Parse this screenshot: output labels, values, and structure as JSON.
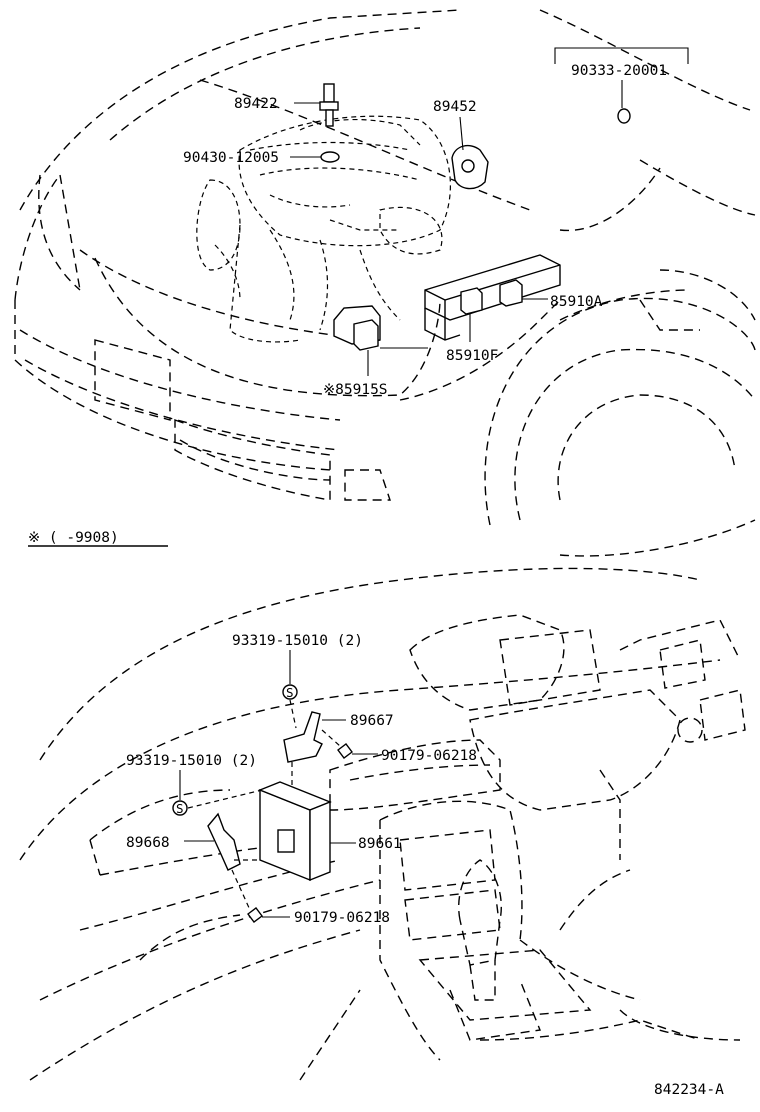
{
  "labels": {
    "p89422": "89422",
    "p90430": "90430-12005",
    "p89452": "89452",
    "p90333": "90333-20001",
    "p85910a": "85910A",
    "p85910f": "85910F",
    "p85915s": "※85915S",
    "note": "※ (     -9908)",
    "p93319a": "93319-15010 (2)",
    "p89667": "89667",
    "p90179a": "90179-06218",
    "p93319b": "93319-15010 (2)",
    "p89668": "89668",
    "p89661": "89661",
    "p90179b": "90179-06218",
    "clip_s1": "S",
    "clip_s2": "S",
    "diagram_id": "842234-A"
  }
}
